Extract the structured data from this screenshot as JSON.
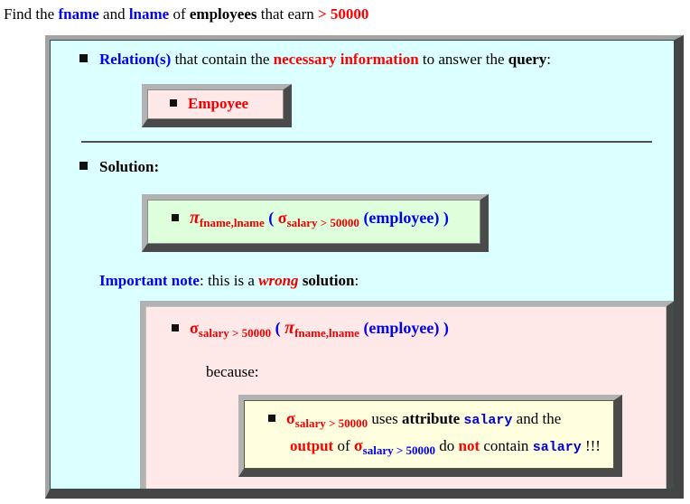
{
  "title": {
    "segments": [
      {
        "text": "Find the "
      },
      {
        "text": "fname"
      },
      {
        "text": " and "
      },
      {
        "text": "lname"
      },
      {
        "text": " of "
      },
      {
        "text": "employees"
      },
      {
        "text": " that earn "
      },
      {
        "text": "> 50000"
      }
    ]
  },
  "relation": {
    "heading": [
      {
        "text": "Relation(s)"
      },
      {
        "text": " that contain the "
      },
      {
        "text": "necessary information"
      },
      {
        "text": " to answer the "
      },
      {
        "text": "query"
      },
      {
        "text": ":"
      }
    ],
    "box_label": "Empoyee"
  },
  "solution": {
    "heading": "Solution:",
    "expr": [
      {
        "text": "π"
      },
      {
        "text": "fname,lname"
      },
      {
        "text": " ( "
      },
      {
        "text": "σ"
      },
      {
        "text": "salary > 50000"
      },
      {
        "text": " (employee) )"
      }
    ]
  },
  "note": {
    "heading": [
      {
        "text": "Important note"
      },
      {
        "text": ": this is a "
      },
      {
        "text": "wrong"
      },
      {
        "text": " solution"
      },
      {
        "text": ":"
      }
    ],
    "wrong_expr": [
      {
        "text": "σ"
      },
      {
        "text": "salary > 50000"
      },
      {
        "text": " ( "
      },
      {
        "text": "π"
      },
      {
        "text": "fname,lname"
      },
      {
        "text": " (employee) )"
      }
    ],
    "because": "because:",
    "reason": {
      "line1": [
        {
          "text": "σ"
        },
        {
          "text": "salary > 50000"
        },
        {
          "text": " uses "
        },
        {
          "text": "attribute "
        },
        {
          "text": "salary"
        },
        {
          "text": " and the"
        }
      ],
      "line2": [
        {
          "text": "output"
        },
        {
          "text": " of "
        },
        {
          "text": "σ"
        },
        {
          "text": "salary > 50000"
        },
        {
          "text": " do "
        },
        {
          "text": "not"
        },
        {
          "text": " contain "
        },
        {
          "text": "salary"
        },
        {
          "text": " !!!"
        }
      ]
    }
  },
  "colors": {
    "accent_blue": "#0000ee",
    "accent_red": "#ee0000",
    "title_red": "#ff0000",
    "mono_blue": "#0000cd",
    "cyan_bg": "#dcffff",
    "pink_bg": "#ffe8e8",
    "green_bg": "#ddffdc",
    "yellow_bg": "#ffffe0",
    "bevel_light": "#b2b2b2",
    "bevel_dark": "#4a4a4a"
  }
}
